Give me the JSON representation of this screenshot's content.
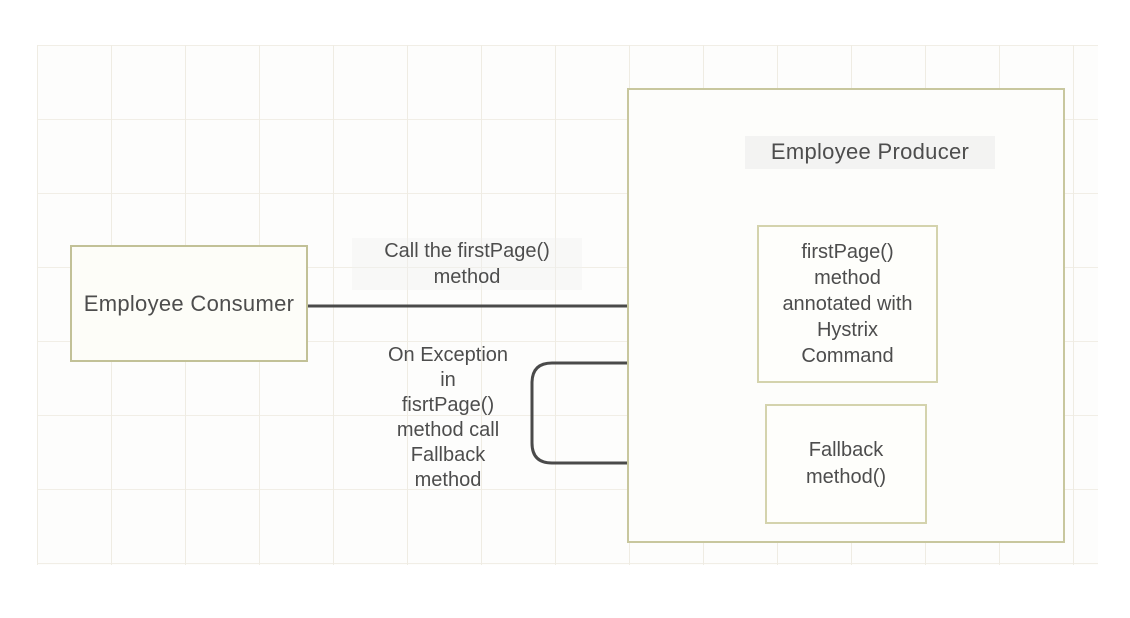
{
  "diagram": {
    "consumer": {
      "label": "Employee Consumer"
    },
    "producer": {
      "title": "Employee Producer",
      "first_page_box": {
        "lines": [
          "firstPage()",
          "method",
          "annotated with",
          "Hystrix",
          "Command"
        ]
      },
      "fallback_box": {
        "lines": [
          "Fallback",
          "method()"
        ]
      }
    },
    "call_label": {
      "lines": [
        "Call the firstPage()",
        "method"
      ]
    },
    "exception_label": {
      "lines": [
        "On Exception",
        "in",
        "fisrtPage()",
        "method call",
        "Fallback",
        "method"
      ]
    },
    "colors": {
      "outer_box_border": "#c2c197",
      "inner_box_border": "#d4d3ad",
      "arrow": "#4a4a4a",
      "text": "#4d4d4d",
      "grid_line": "#f0ede5"
    }
  }
}
